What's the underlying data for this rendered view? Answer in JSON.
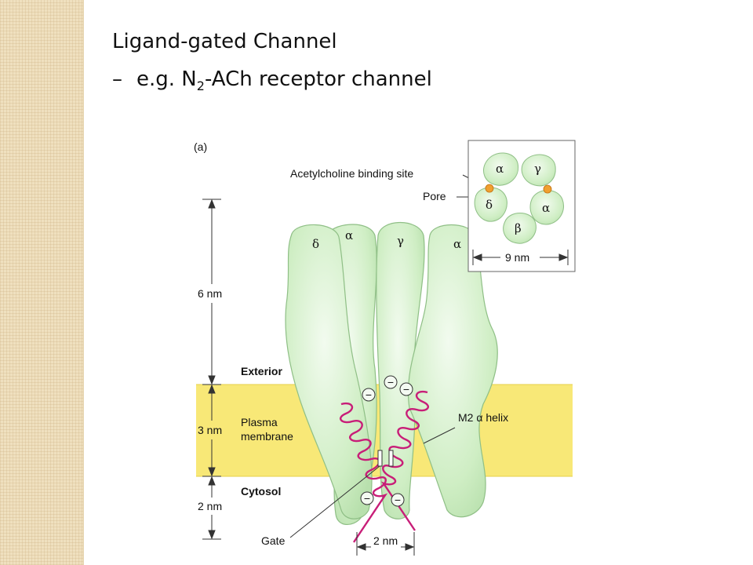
{
  "slide": {
    "title": "Ligand-gated Channel",
    "bullet_dash": "–",
    "bullet_prefix": "e.g. N",
    "bullet_subscript": "2",
    "bullet_suffix": "-ACh receptor channel"
  },
  "figure": {
    "panel_label": "(a)",
    "labels": {
      "ach_site": "Acetylcholine binding site",
      "pore": "Pore",
      "inset_width": "9 nm",
      "height_6nm": "6 nm",
      "height_3nm": "3 nm",
      "height_2nm": "2 nm",
      "exterior": "Exterior",
      "plasma": "Plasma",
      "membrane": "membrane",
      "cytosol": "Cytosol",
      "m2_helix": "M2 α helix",
      "gate": "Gate",
      "gate_width": "2 nm"
    },
    "subunits_main": [
      "δ",
      "α",
      "γ",
      "α"
    ],
    "subunits_inset": [
      "α",
      "γ",
      "δ",
      "α",
      "β"
    ],
    "charge_symbol": "−",
    "colors": {
      "membrane": "#f8e877",
      "subunit_fill": "#cfeec4",
      "subunit_stroke": "#8fbf86",
      "helix": "#c81e78",
      "binding_site": "#f0a030"
    }
  }
}
